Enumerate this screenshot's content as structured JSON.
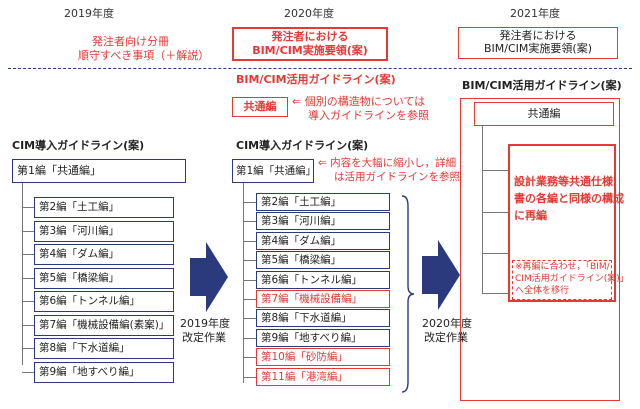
{
  "years": [
    "2019年度",
    "2020年度",
    "2021年度"
  ],
  "col2019": {
    "top_note_line1": "発注者向け分冊",
    "top_note_line2": "順守すべき事項（＋解説）",
    "guideline_title": "CIM導入ガイドライン(案)",
    "part1": "第1編「共通編」",
    "items": [
      "第2編「土工編」",
      "第3編「河川編」",
      "第4編「ダム編」",
      "第5編「橋梁編」",
      "第6編「トンネル編」",
      "第7編「機械設備編(素案)」",
      "第8編「下水道編」",
      "第9編「地すべり編」"
    ]
  },
  "arrow1_label_line1": "2019年度",
  "arrow1_label_line2": "改定作業",
  "col2020": {
    "top_box_line1": "発注者における",
    "top_box_line2": "BIM/CIM実施要領(案)",
    "bim_title": "BIM/CIM活用ガイドライン(案)",
    "common_label": "共通編",
    "common_note_line1": "⇐ 個別の構造物については",
    "common_note_line2": "導入ガイドラインを参照",
    "guideline_title": "CIM導入ガイドライン(案)",
    "part1": "第1編「共通編」",
    "part1_note_line1": "⇐ 内容を大幅に縮小し，詳細",
    "part1_note_line2": "は活用ガイドラインを参照",
    "items": [
      {
        "label": "第2編「土工編」",
        "highlight": false
      },
      {
        "label": "第3編「河川編」",
        "highlight": false
      },
      {
        "label": "第4編「ダム編」",
        "highlight": false
      },
      {
        "label": "第5編「橋梁編」",
        "highlight": false
      },
      {
        "label": "第6編「トンネル編」",
        "highlight": false
      },
      {
        "label": "第7編「機械設備編」",
        "highlight": true
      },
      {
        "label": "第8編「下水道編」",
        "highlight": false
      },
      {
        "label": "第9編「地すべり編」",
        "highlight": false
      },
      {
        "label": "第10編「砂防編」",
        "highlight": true
      },
      {
        "label": "第11編「港湾編」",
        "highlight": true
      }
    ]
  },
  "arrow2_label_line1": "2020年度",
  "arrow2_label_line2": "改定作業",
  "col2021": {
    "top_box_line1": "発注者における",
    "top_box_line2": "BIM/CIM実施要領(案)",
    "bim_title": "BIM/CIM活用ガイドライン(案)",
    "common_label": "共通編",
    "big_line1": "設計業務等共通仕様",
    "big_line2": "書の各編と同様の構成",
    "big_line3": "に再編",
    "note_line1": "※再編に合わせ，「BIM/",
    "note_line2": "CIM活用ガイドライン(案)」",
    "note_line3": "へ全体を移行"
  },
  "colors": {
    "navy": "#2b3a7d",
    "red": "#e53935",
    "arrow": "#2b3a7d"
  }
}
